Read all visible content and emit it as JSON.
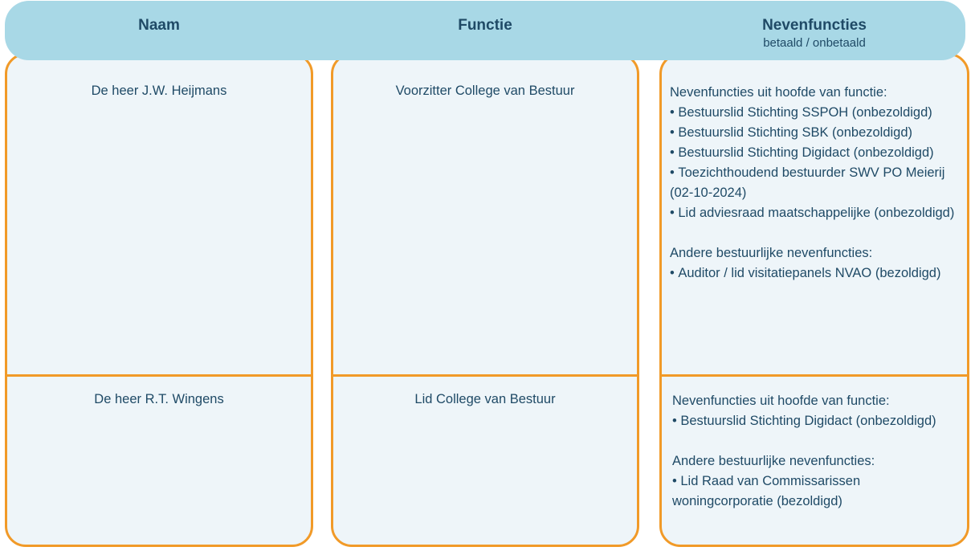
{
  "header": {
    "naam": "Naam",
    "functie": "Functie",
    "nevenfuncties": "Nevenfuncties",
    "nevenfuncties_sub": "betaald / onbetaald"
  },
  "rows": [
    {
      "naam": "De heer J.W. Heijmans",
      "functie": "Voorzitter College van Bestuur",
      "groups": [
        {
          "heading": "Nevenfuncties uit hoofde van functie:",
          "items": [
            "Bestuurslid Stichting SSPOH (onbezoldigd)",
            "Bestuurslid Stichting SBK (onbezoldigd)",
            "Bestuurslid Stichting Digidact (onbezoldigd)",
            "Toezichthoudend bestuurder SWV PO Meierij (02-10-2024)",
            "Lid adviesraad maatschappelijke (onbezoldigd)"
          ]
        },
        {
          "heading": "Andere bestuurlijke nevenfuncties:",
          "items": [
            "Auditor / lid visitatiepanels NVAO (bezoldigd)"
          ]
        }
      ]
    },
    {
      "naam": "De heer R.T. Wingens",
      "functie": "Lid College van Bestuur",
      "groups": [
        {
          "heading": "Nevenfuncties uit hoofde van functie:",
          "items": [
            "Bestuurslid Stichting Digidact (onbezoldigd)"
          ]
        },
        {
          "heading": "Andere bestuurlijke nevenfuncties:",
          "items": [
            "Lid Raad van Commissarissen woningcorporatie (bezoldigd)"
          ]
        }
      ]
    }
  ],
  "colors": {
    "header_bg": "#a8d8e6",
    "border": "#f19a28",
    "cell_bg": "#eef5f9",
    "text": "#1f4a66"
  }
}
